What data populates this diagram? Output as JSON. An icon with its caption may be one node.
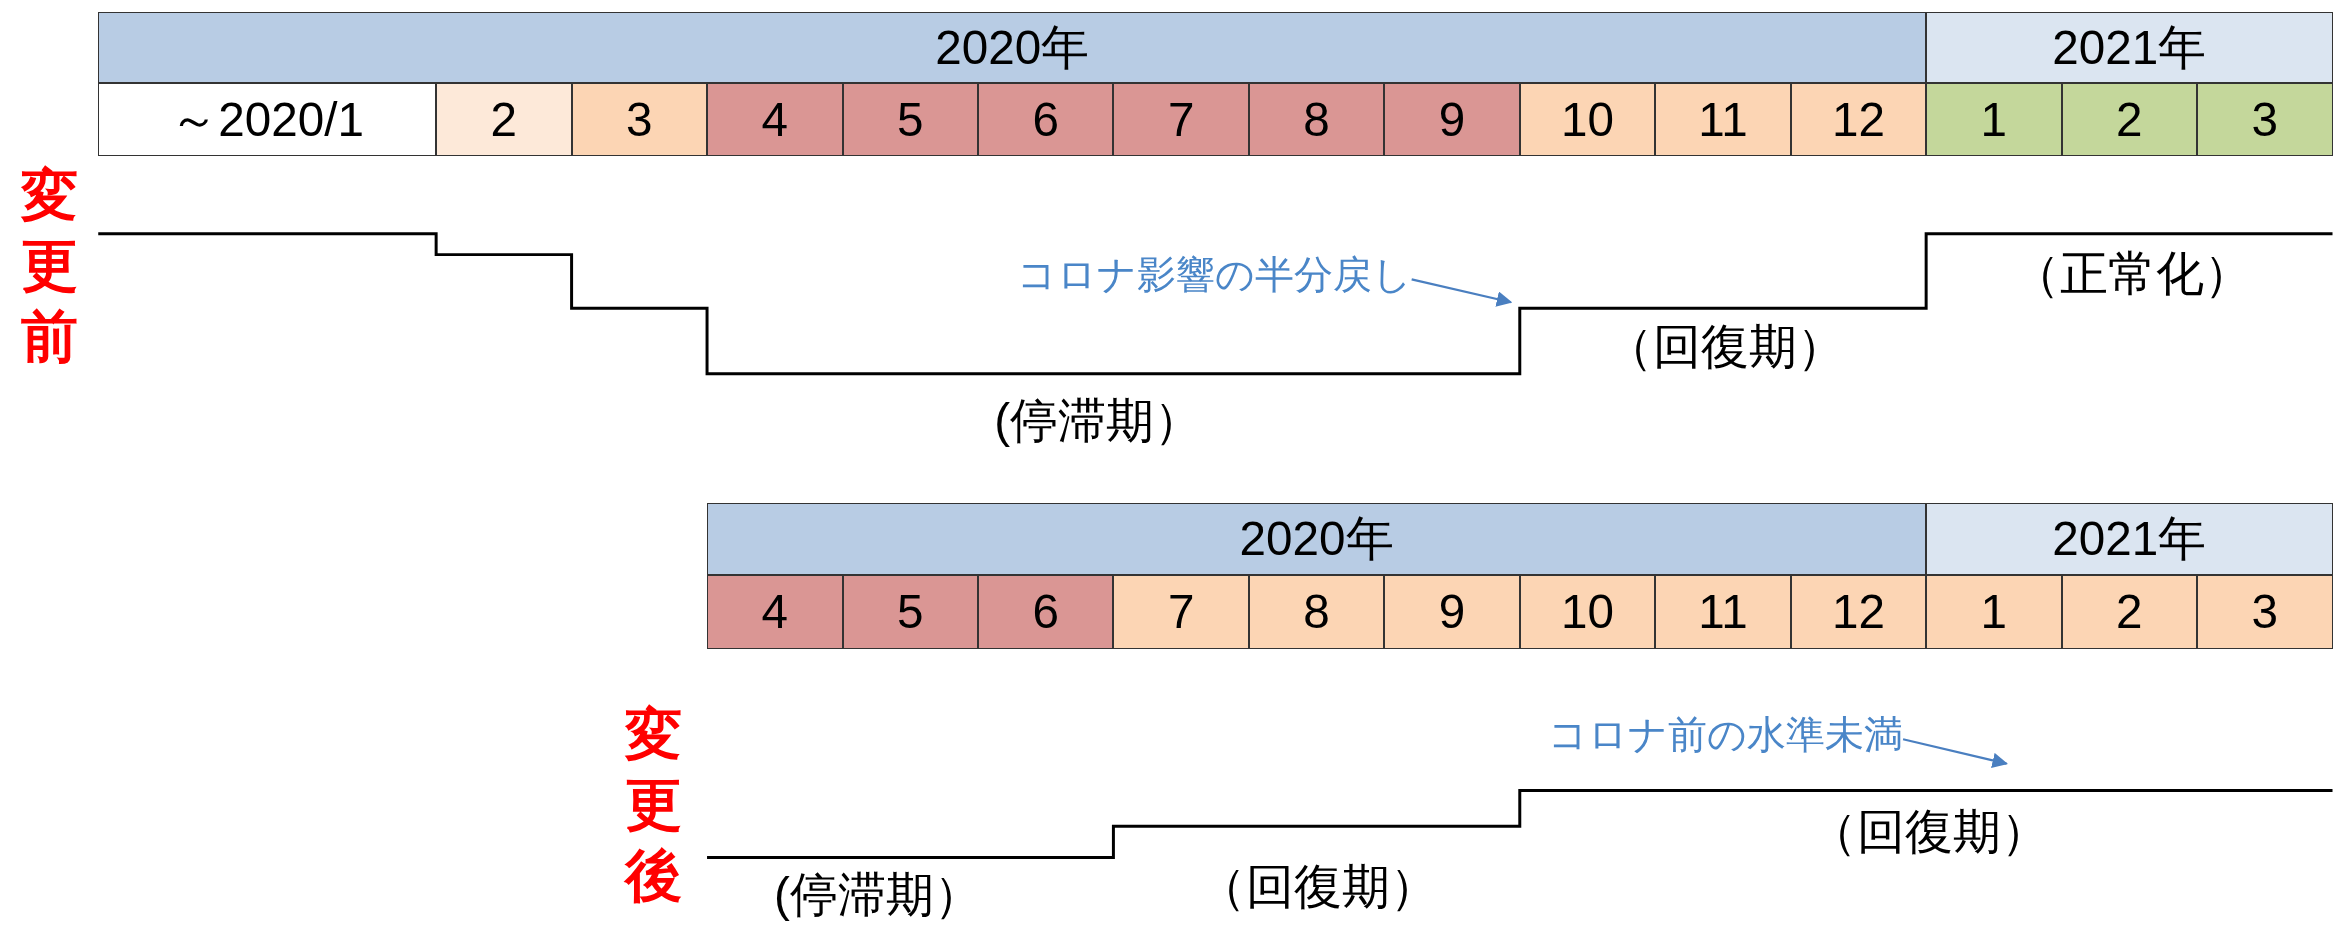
{
  "diagram": {
    "nodes": [
      {
        "text": [
          "コロナ影響の半分戻し"
        ]
      },
      {
        "text": [
          "コロナ前の水準未満"
        ]
      }
    ],
    "edges": [
      {
        "from": 0,
        "to": null,
        "arrow": "to"
      },
      {
        "from": 1,
        "to": null,
        "arrow": "to"
      }
    ],
    "labels": [
      "2020年",
      "2021年",
      "～2020/1",
      "2",
      "3",
      "4",
      "5",
      "6",
      "7",
      "8",
      "9",
      "10",
      "11",
      "12",
      "1",
      "2",
      "3",
      "変更前",
      "（正常化）",
      "（回復期）",
      "(停滞期）",
      "2020年",
      "2021年",
      "4",
      "5",
      "6",
      "7",
      "8",
      "9",
      "10",
      "11",
      "12",
      "1",
      "2",
      "3",
      "変更後",
      "（回復期）",
      "(停滞期）",
      "（回復期）"
    ]
  }
}
